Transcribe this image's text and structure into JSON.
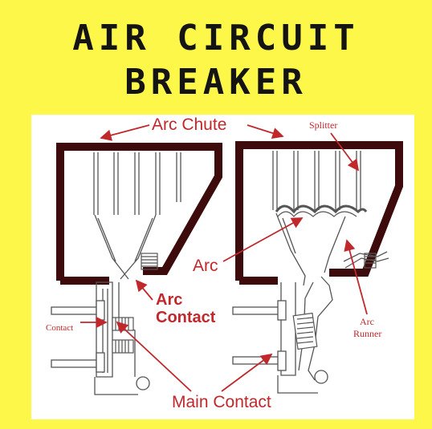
{
  "title": {
    "line1": "AIR CIRCUIT",
    "line2": "BREAKER"
  },
  "colors": {
    "background": "#fdf74a",
    "chute": "#3d0b0b",
    "label_red": "#c0282c",
    "line": "#555555"
  },
  "labels": {
    "arc_chute": "Arc Chute",
    "splitter": "Splitter",
    "arc": "Arc",
    "arc_contact_line1": "Arc",
    "arc_contact_line2": "Contact",
    "contact": "Contact",
    "arc_runner_line1": "Arc",
    "arc_runner_line2": "Runner",
    "main_contact": "Main Contact"
  }
}
